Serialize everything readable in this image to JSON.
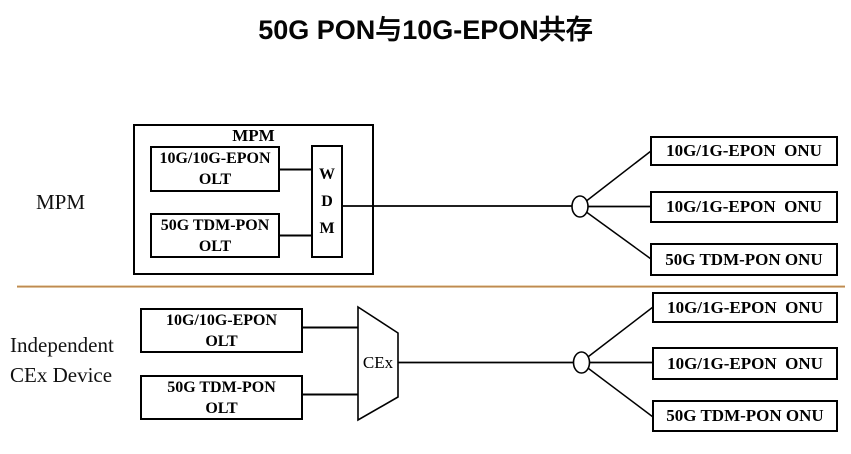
{
  "title": "50G PON与10G-EPON共存",
  "divider_color": "#bf8a52",
  "top_section": {
    "side_label": "MPM",
    "mpm_box_title": "MPM",
    "olt_boxes": [
      {
        "line1": "10G/10G-EPON",
        "line2": "OLT"
      },
      {
        "line1": "50G TDM-PON",
        "line2": "OLT"
      }
    ],
    "wdm_label": "WDM",
    "onu_boxes": [
      "10G/1G-EPON  ONU",
      "10G/1G-EPON  ONU",
      "50G TDM-PON ONU"
    ]
  },
  "bottom_section": {
    "side_label_line1": "Independent",
    "side_label_line2": "CEx Device",
    "olt_boxes": [
      {
        "line1": "10G/10G-EPON",
        "line2": "OLT"
      },
      {
        "line1": "50G TDM-PON",
        "line2": "OLT"
      }
    ],
    "cex_label": "CEx",
    "onu_boxes": [
      "10G/1G-EPON  ONU",
      "10G/1G-EPON  ONU",
      "50G TDM-PON ONU"
    ]
  }
}
